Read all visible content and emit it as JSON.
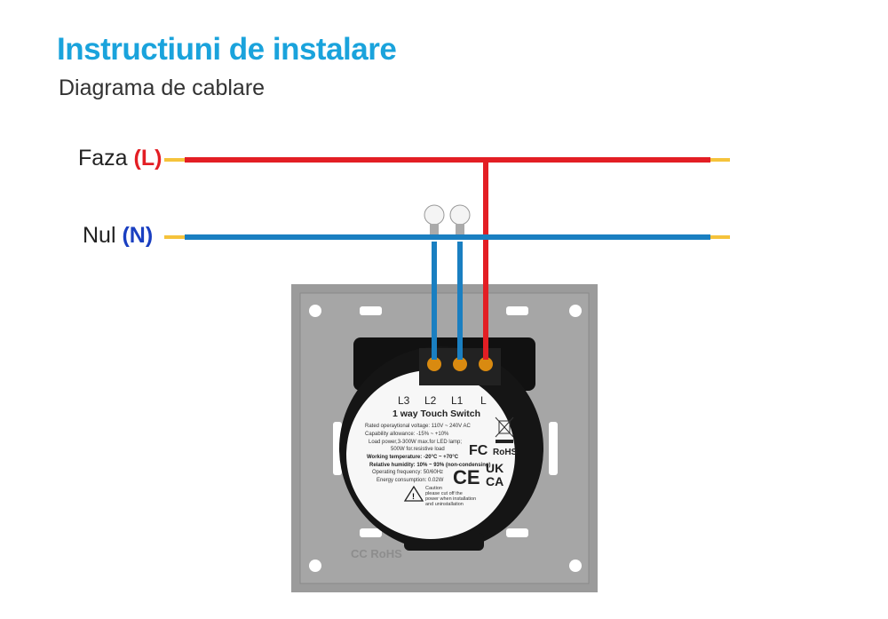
{
  "header": {
    "title": "Instructiuni de instalare",
    "subtitle": "Diagrama de cablare"
  },
  "wires": {
    "phase": {
      "label": "Faza",
      "code": "(L)",
      "color": "#e31e24"
    },
    "neutral": {
      "label": "Nul",
      "code": "(N)",
      "color": "#1a7fc1"
    }
  },
  "switch": {
    "terminals": [
      "L3",
      "L2",
      "L1",
      "L"
    ],
    "name": "1 way Touch Switch",
    "specs": [
      "Rated operaytional voltage: 110V ~ 240V AC",
      "Capability allowance: -15% ~ +10%",
      "Load power,3-300W max.for LED lamp;",
      "500W for.resistive load",
      "Working temperature: -20°C ~ +70°C",
      "Relative humidity: 10% ~ 93% (non-condensing)",
      "Operating frequency: 50/60Hz",
      "Energy consumption: 0.02W"
    ],
    "caution": [
      "Caution",
      "please cut off the",
      "power when installation",
      "and uninstallation"
    ],
    "marks": {
      "fc": "FC",
      "rohs": "RoHS",
      "ce": "CE",
      "ukca1": "UK",
      "ukca2": "CA"
    },
    "plate_marks": "CC RoHS"
  }
}
